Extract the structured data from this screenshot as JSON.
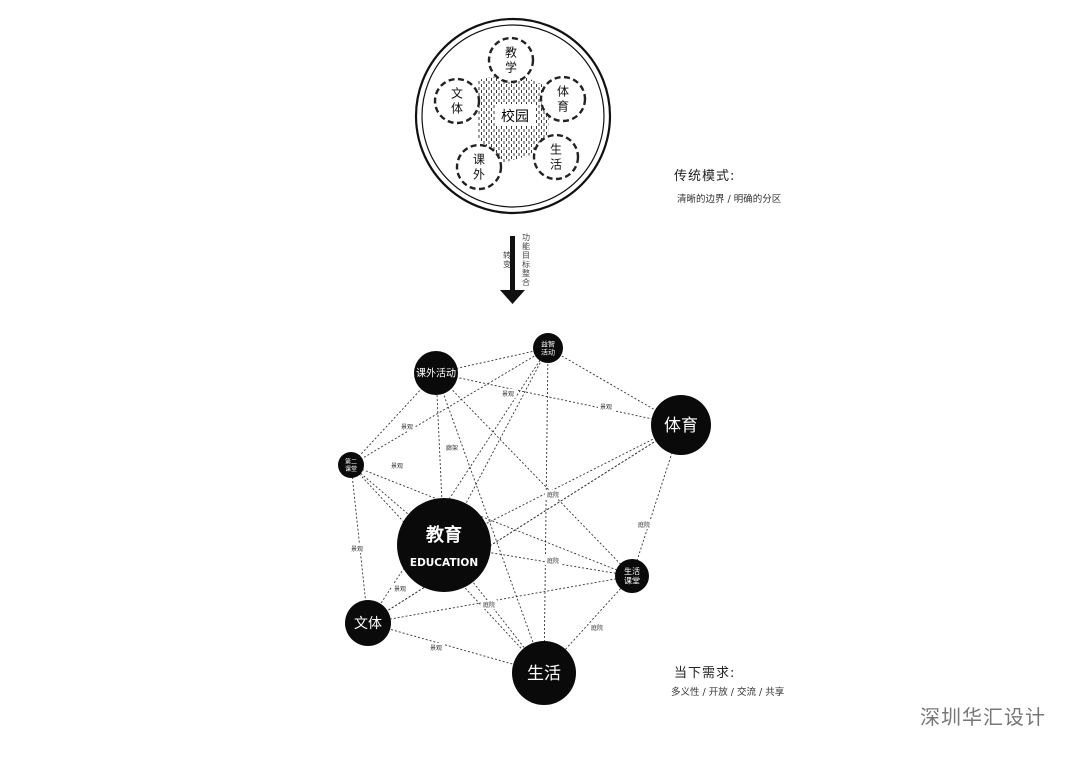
{
  "traditional": {
    "center": "校园",
    "nodes": [
      "教\n学",
      "体\n育",
      "生\n活",
      "课\n外",
      "文\n体"
    ],
    "title": "传统模式:",
    "subtitle": "清晰的边界 / 明确的分区"
  },
  "arrow": {
    "left_label": "转变",
    "right_label": "功能目标整合"
  },
  "network": {
    "nodes": [
      {
        "label": "教育",
        "sub": "EDUCATION"
      },
      {
        "label": "体育"
      },
      {
        "label": "生活"
      },
      {
        "label": "文体"
      },
      {
        "label": "课外活动"
      },
      {
        "label": "益智\n活动"
      },
      {
        "label": "第二\n课堂"
      },
      {
        "label": "生活\n课堂"
      }
    ],
    "edge_labels": [
      "景观",
      "景观",
      "景观",
      "廊架",
      "庭院",
      "庭院",
      "景观",
      "庭院",
      "景观",
      "庭院",
      "庭院",
      "景观",
      "景观"
    ],
    "title": "当下需求:",
    "subtitle": "多义性 / 开放 / 交流 / 共享"
  },
  "watermark": "深圳华汇设计"
}
